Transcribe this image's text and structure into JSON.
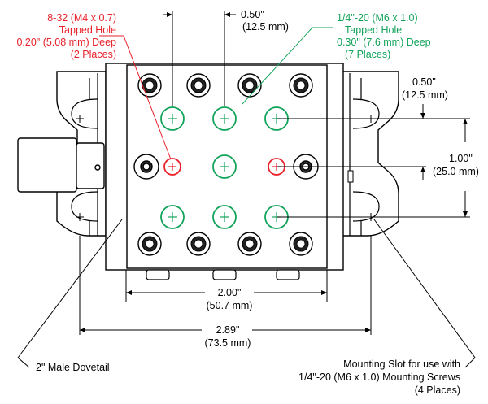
{
  "annotations": {
    "red_hole_label": [
      "8-32 (M4 x 0.7)",
      "Tapped Hole",
      "0.20\" (5.08 mm) Deep",
      "(2 Places)"
    ],
    "green_hole_label": [
      "1/4\"-20 (M6 x 1.0)",
      "Tapped Hole",
      "0.30\" (7.6 mm) Deep",
      "(7 Places)"
    ],
    "top_spacing": [
      "0.50\"",
      "(12.5 mm)"
    ],
    "right_spacing": [
      "0.50\"",
      "(12.5 mm)"
    ],
    "right_pitch": [
      "1.00\"",
      "(25.0 mm)"
    ],
    "width_inner": [
      "2.00\"",
      "(50.7 mm)"
    ],
    "width_outer": [
      "2.89\"",
      "(73.5 mm)"
    ],
    "dovetail_label": "2\" Male Dovetail",
    "slot_label": [
      "Mounting Slot for use with",
      "1/4\"-20 (M6 x 1.0) Mounting Screws",
      "(4 Places)"
    ]
  },
  "colors": {
    "red_holes": "#e8212a",
    "green_holes": "#12a35a",
    "outline": "#000000",
    "body_fill": "#ffffff"
  }
}
